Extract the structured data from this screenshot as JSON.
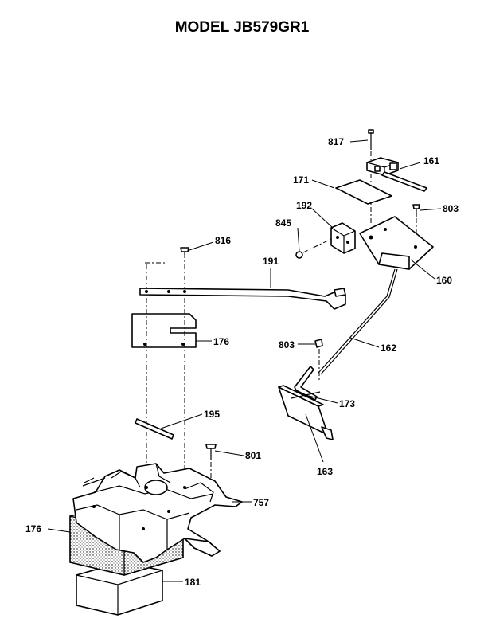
{
  "title": "MODEL JB579GR1",
  "callouts": {
    "p817": "817",
    "p161": "161",
    "p171": "171",
    "p803a": "803",
    "p845": "845",
    "p192": "192",
    "p816": "816",
    "p191": "191",
    "p160": "160",
    "p176a": "176",
    "p803b": "803",
    "p162": "162",
    "p173": "173",
    "p195": "195",
    "p801": "801",
    "p163": "163",
    "p757": "757",
    "p176b": "176",
    "p181": "181"
  }
}
